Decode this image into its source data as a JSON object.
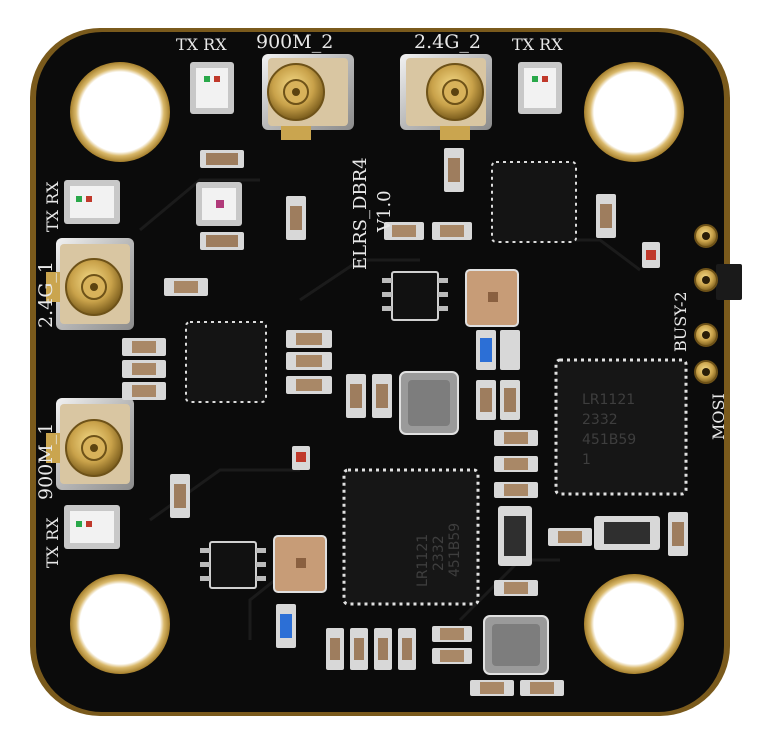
{
  "board": {
    "name_label": "ELRS_DBR4",
    "version_label": "V1.0",
    "colors": {
      "pcb": "#0b0b0b",
      "edge": "#8a6a22",
      "gold": "#c9a24a",
      "silkscreen": "#e8e8e8"
    }
  },
  "antennas": {
    "top_left_label": "900M_2",
    "top_right_label": "2.4G_2",
    "left_upper_label": "2.4G_1",
    "left_lower_label": "900M_1"
  },
  "leds": {
    "top_left_label": "TX RX",
    "top_right_label": "TX RX",
    "left_upper_label": "TX RX",
    "left_lower_label": "TX RX"
  },
  "pins": {
    "busy_label": "BUSY-2",
    "mosi_label": "MOSI"
  },
  "chips": {
    "radio_right_marking": [
      "LR1121",
      "2332",
      "451B59",
      "1"
    ],
    "radio_center_marking": [
      "LR1121",
      "2332",
      "451B59"
    ]
  }
}
